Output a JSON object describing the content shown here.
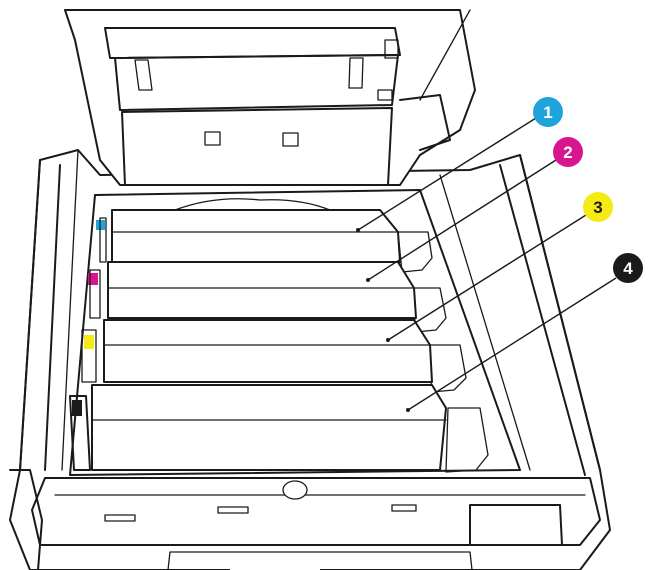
{
  "callouts": [
    {
      "label": "1",
      "color": "#1fa3dc",
      "text_color": "#ffffff",
      "cartridge": "cyan"
    },
    {
      "label": "2",
      "color": "#d6158f",
      "text_color": "#ffffff",
      "cartridge": "magenta"
    },
    {
      "label": "3",
      "color": "#f5eb14",
      "text_color": "#1a1a1a",
      "cartridge": "yellow"
    },
    {
      "label": "4",
      "color": "#1a1a1a",
      "text_color": "#ffffff",
      "cartridge": "black"
    }
  ],
  "colors": {
    "drum_accent": "#9fd6ec",
    "tab_cyan": "#1fa3dc",
    "tab_magenta": "#d6158f",
    "tab_yellow": "#f5eb14",
    "tab_black": "#1a1a1a",
    "panel": "#6b3a5a"
  }
}
